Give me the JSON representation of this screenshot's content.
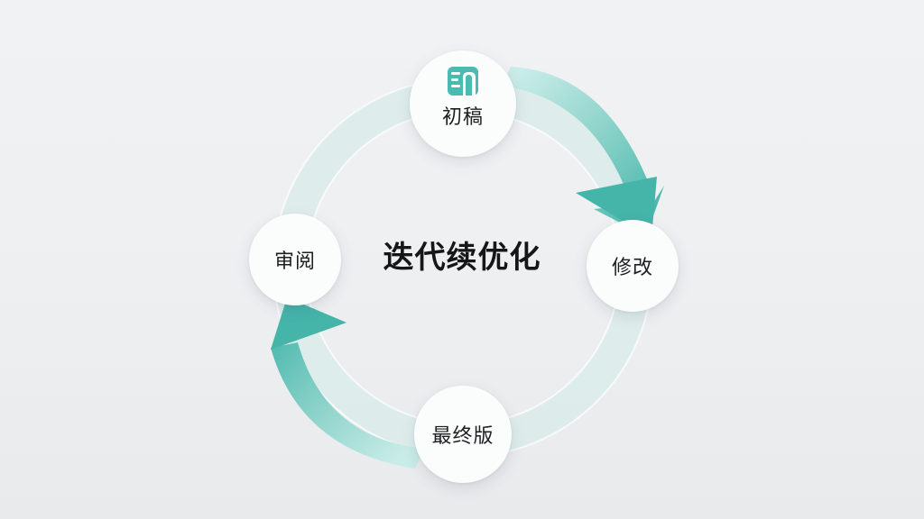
{
  "center_title": "迭代续优化",
  "stages": {
    "top": {
      "label": "初稿",
      "icon": "document-icon"
    },
    "right": {
      "label": "修改"
    },
    "bottom": {
      "label": "最终版"
    },
    "left": {
      "label": "审阅"
    }
  },
  "colors": {
    "accent": "#4bbab0",
    "accent_light": "#9fdcd5",
    "ring": "#dcecea",
    "node_bg": "#fbfcfc",
    "background": "#efeff1"
  }
}
